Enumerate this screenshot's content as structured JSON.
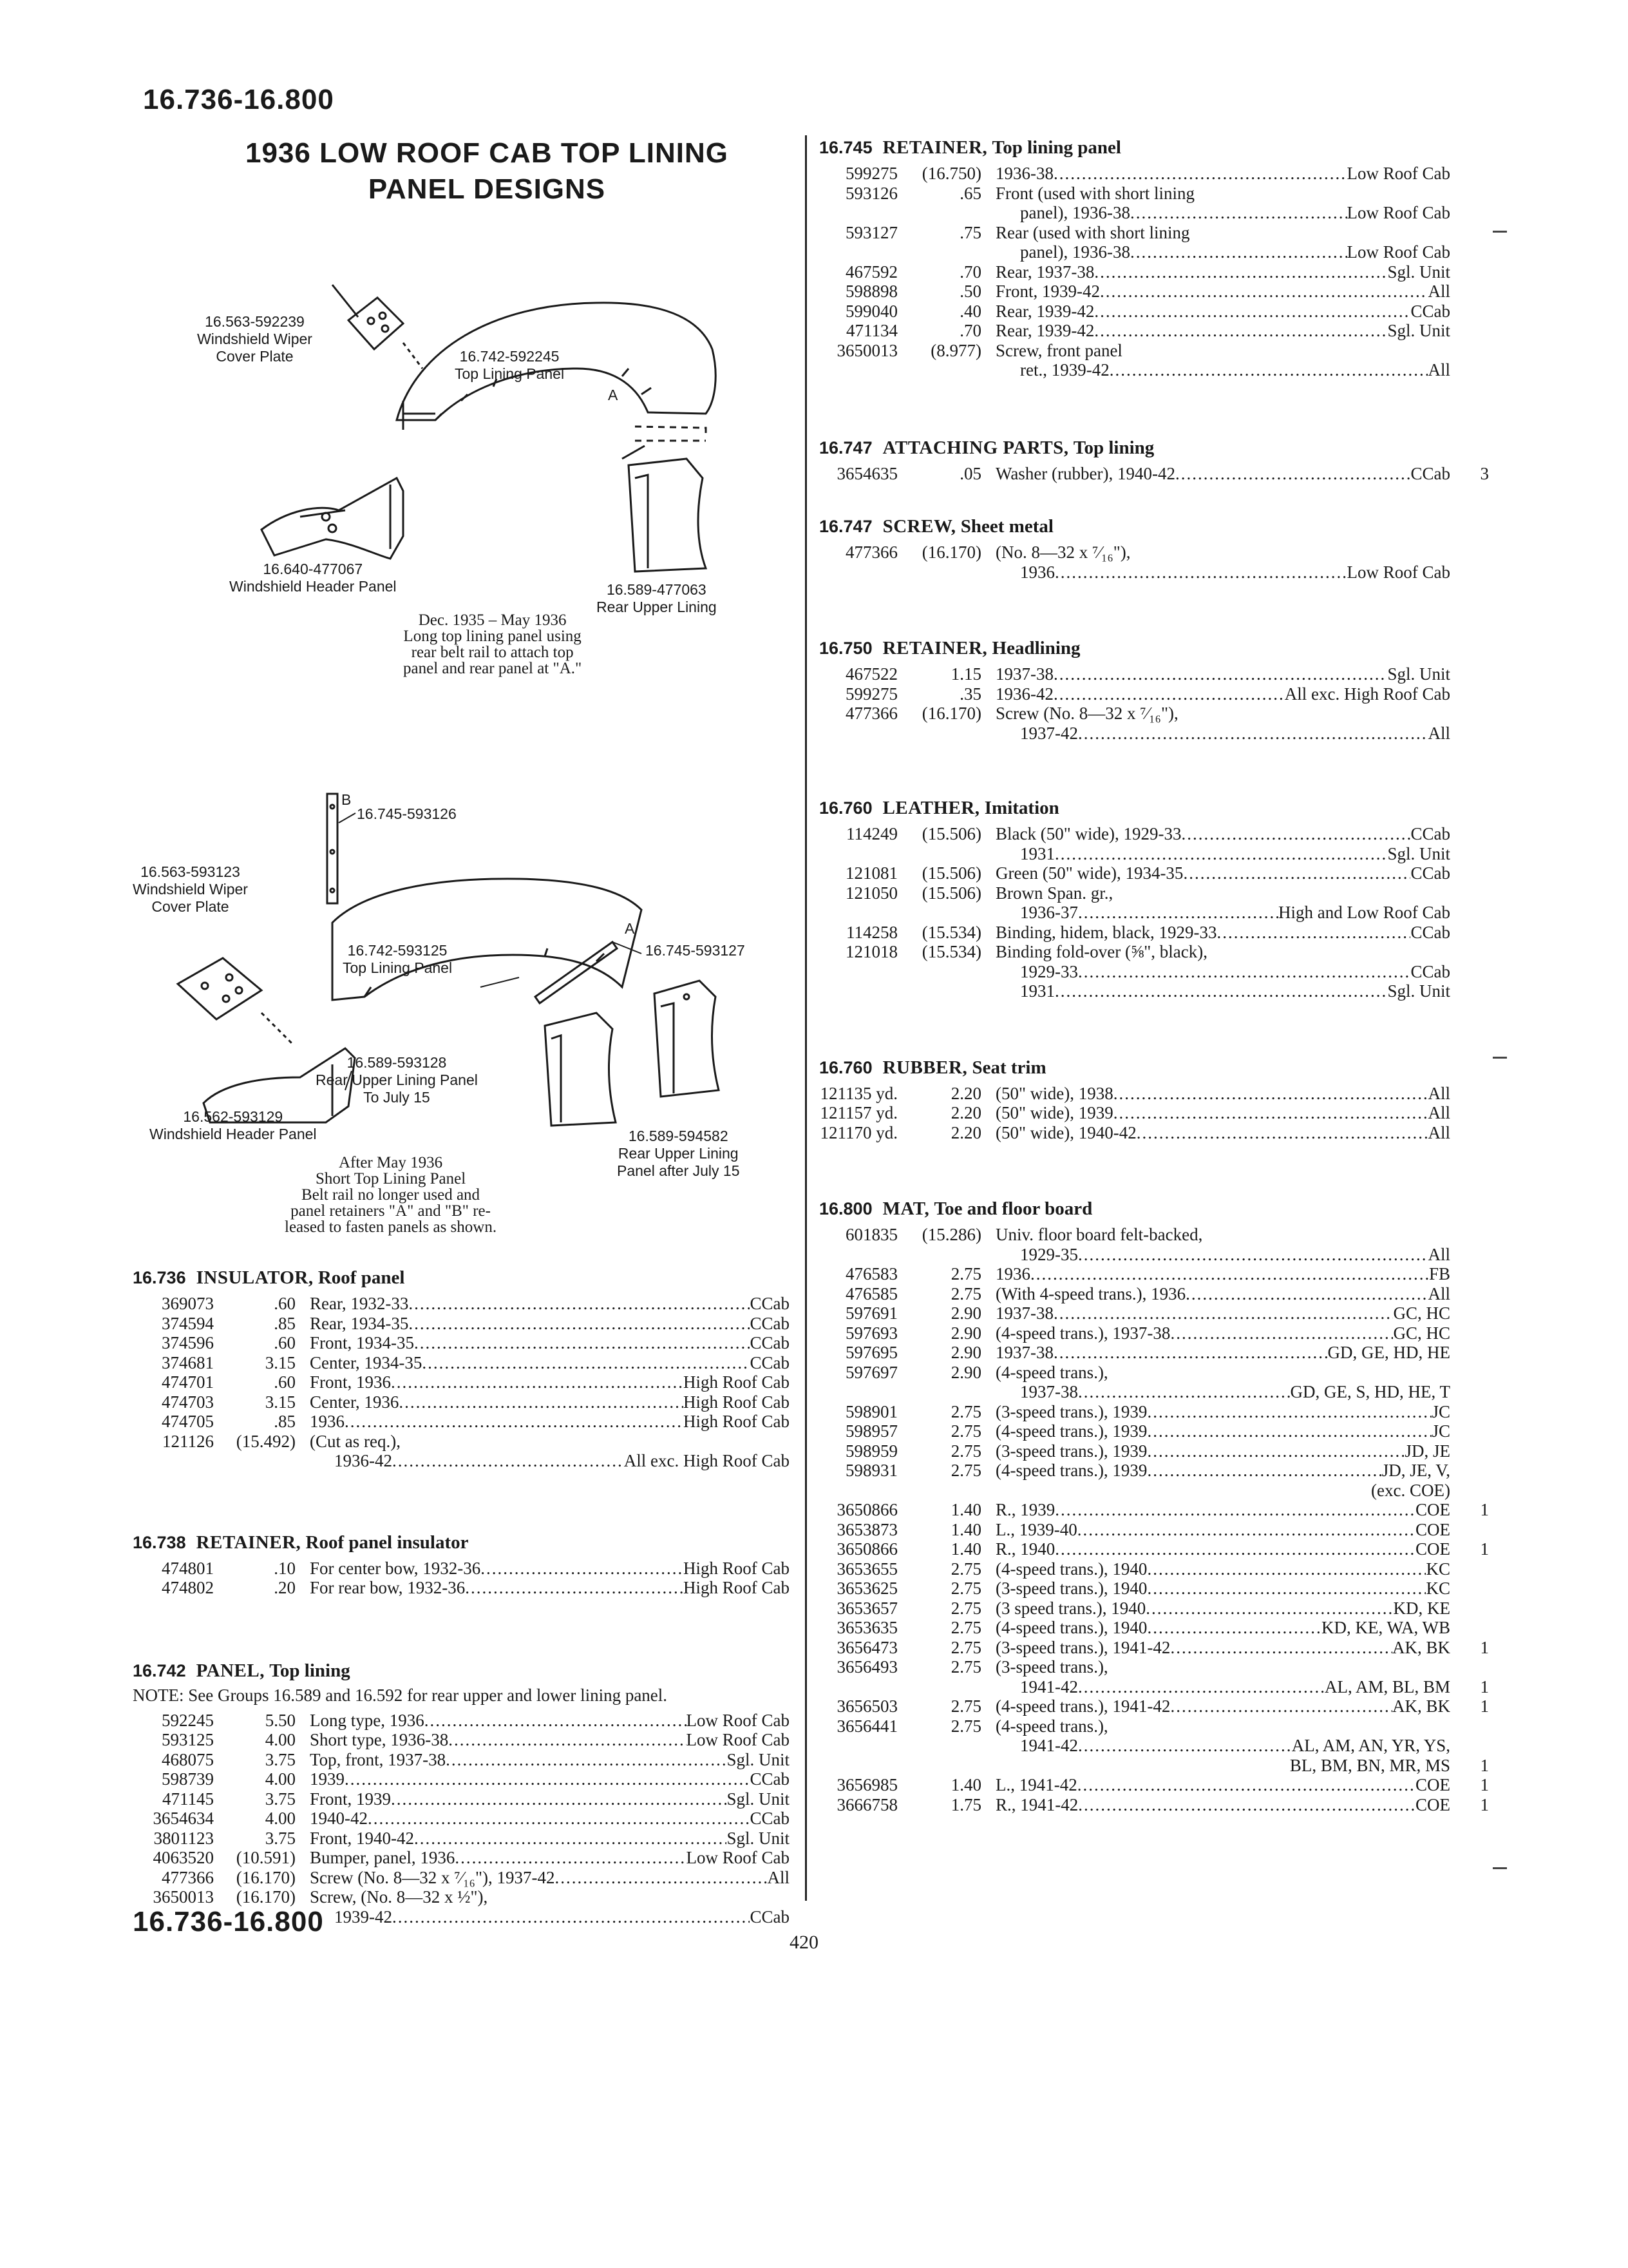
{
  "header": {
    "range_top": "16.736-16.800",
    "range_bottom": "16.736-16.800",
    "page_number": "420"
  },
  "figure": {
    "title_line1": "1936 LOW ROOF CAB TOP LINING",
    "title_line2": "PANEL DESIGNS",
    "labels": {
      "a1": "16.563-592239",
      "a2": "Windshield Wiper",
      "a3": "Cover Plate",
      "b1": "16.742-592245",
      "b2": "Top Lining Panel",
      "b3": "A",
      "c1": "16.640-477067",
      "c2": "Windshield Header Panel",
      "d1": "16.589-477063",
      "d2": "Rear Upper Lining",
      "e1": "16.745-593126",
      "e2": "B",
      "f1": "16.563-593123",
      "f2": "Windshield Wiper",
      "f3": "Cover Plate",
      "g1": "16.742-593125",
      "g2": "Top Lining Panel",
      "h1": "A",
      "h2": "16.745-593127",
      "i1": "16.589-593128",
      "i2": "Rear Upper Lining Panel",
      "i3": "To July 15",
      "j1": "16.562-593129",
      "j2": "Windshield Header Panel",
      "k1": "16.589-594582",
      "k2": "Rear Upper Lining",
      "k3": "Panel after July 15"
    },
    "caption1": [
      "Dec. 1935 – May 1936",
      "Long top lining panel using",
      "rear belt rail to attach top",
      "panel and rear panel at \"A.\""
    ],
    "caption2": [
      "After May 1936",
      "Short Top Lining Panel",
      "Belt rail no longer used and",
      "panel retainers \"A\" and \"B\" re-",
      "leased to fasten panels as shown."
    ]
  },
  "left_sections": [
    {
      "code": "16.736",
      "name": "INSULATOR,",
      "sub": "Roof panel",
      "rows": [
        {
          "part": "369073",
          "price": ".60",
          "desc": "Rear, 1932-33",
          "val": "CCab"
        },
        {
          "part": "374594",
          "price": ".85",
          "desc": "Rear, 1934-35",
          "val": "CCab"
        },
        {
          "part": "374596",
          "price": ".60",
          "desc": "Front, 1934-35",
          "val": "CCab"
        },
        {
          "part": "374681",
          "price": "3.15",
          "desc": "Center, 1934-35",
          "val": "CCab"
        },
        {
          "part": "474701",
          "price": ".60",
          "desc": "Front, 1936",
          "val": "High Roof Cab"
        },
        {
          "part": "474703",
          "price": "3.15",
          "desc": "Center, 1936",
          "val": "High Roof Cab"
        },
        {
          "part": "474705",
          "price": ".85",
          "desc": "1936",
          "val": "High Roof Cab"
        },
        {
          "part": "121126",
          "price": "(15.492)",
          "desc": "(Cut as req.),",
          "val": ""
        },
        {
          "part": "",
          "price": "",
          "desc": "1936-42",
          "val": "All exc. High Roof Cab",
          "indent": true
        }
      ]
    },
    {
      "code": "16.738",
      "name": "RETAINER,",
      "sub": "Roof panel insulator",
      "rows": [
        {
          "part": "474801",
          "price": ".10",
          "desc": "For center bow, 1932-36",
          "val": "High Roof Cab"
        },
        {
          "part": "474802",
          "price": ".20",
          "desc": "For rear bow, 1932-36",
          "val": "High Roof Cab"
        }
      ]
    },
    {
      "code": "16.742",
      "name": "PANEL,",
      "sub": "Top lining",
      "note": "NOTE: See Groups 16.589 and 16.592 for rear upper and lower lining panel.",
      "rows": [
        {
          "part": "592245",
          "price": "5.50",
          "desc": "Long type, 1936",
          "val": "Low Roof Cab"
        },
        {
          "part": "593125",
          "price": "4.00",
          "desc": "Short type, 1936-38",
          "val": "Low Roof Cab"
        },
        {
          "part": "468075",
          "price": "3.75",
          "desc": "Top, front, 1937-38",
          "val": "Sgl. Unit"
        },
        {
          "part": "598739",
          "price": "4.00",
          "desc": "1939",
          "val": "CCab"
        },
        {
          "part": "471145",
          "price": "3.75",
          "desc": "Front, 1939",
          "val": "Sgl. Unit"
        },
        {
          "part": "3654634",
          "price": "4.00",
          "desc": "1940-42",
          "val": "CCab"
        },
        {
          "part": "3801123",
          "price": "3.75",
          "desc": "Front, 1940-42",
          "val": "Sgl. Unit"
        },
        {
          "part": "4063520",
          "price": "(10.591)",
          "desc": "Bumper, panel, 1936",
          "val": "Low Roof Cab"
        },
        {
          "part": "477366",
          "price": "(16.170)",
          "desc": "Screw (No. 8—32 x ⁷⁄₁₆\"), 1937-42",
          "val": "All"
        },
        {
          "part": "3650013",
          "price": "(16.170)",
          "desc": "Screw, (No. 8—32 x ½\"),",
          "val": ""
        },
        {
          "part": "",
          "price": "",
          "desc": "1939-42",
          "val": "CCab",
          "indent": true
        }
      ]
    }
  ],
  "right_sections": [
    {
      "code": "16.745",
      "name": "RETAINER,",
      "sub": "Top lining panel",
      "rows": [
        {
          "part": "599275",
          "price": "(16.750)",
          "desc": "1936-38",
          "val": "Low Roof Cab"
        },
        {
          "part": "593126",
          "price": ".65",
          "desc": "Front (used with short lining",
          "val": ""
        },
        {
          "part": "",
          "price": "",
          "desc": "panel), 1936-38",
          "val": "Low Roof Cab",
          "indent": true
        },
        {
          "part": "593127",
          "price": ".75",
          "desc": "Rear (used with short lining",
          "val": ""
        },
        {
          "part": "",
          "price": "",
          "desc": "panel), 1936-38",
          "val": "Low Roof Cab",
          "indent": true
        },
        {
          "part": "467592",
          "price": ".70",
          "desc": "Rear, 1937-38",
          "val": "Sgl. Unit"
        },
        {
          "part": "598898",
          "price": ".50",
          "desc": "Front, 1939-42",
          "val": "All"
        },
        {
          "part": "599040",
          "price": ".40",
          "desc": "Rear, 1939-42",
          "val": "CCab"
        },
        {
          "part": "471134",
          "price": ".70",
          "desc": "Rear, 1939-42",
          "val": "Sgl. Unit"
        },
        {
          "part": "3650013",
          "price": "(8.977)",
          "desc": "Screw, front panel",
          "val": ""
        },
        {
          "part": "",
          "price": "",
          "desc": "ret., 1939-42",
          "val": "All",
          "indent": true
        }
      ]
    },
    {
      "code": "16.747",
      "name": "ATTACHING PARTS,",
      "sub": "Top lining",
      "rows": [
        {
          "part": "3654635",
          "price": ".05",
          "desc": "Washer (rubber), 1940-42",
          "val": "CCab",
          "qty": "3"
        }
      ]
    },
    {
      "code": "16.747",
      "name": "SCREW,",
      "sub": "Sheet metal",
      "rows": [
        {
          "part": "477366",
          "price": "(16.170)",
          "desc": "(No. 8—32 x ⁷⁄₁₆\"),",
          "val": ""
        },
        {
          "part": "",
          "price": "",
          "desc": "1936",
          "val": "Low Roof Cab",
          "indent": true
        }
      ]
    },
    {
      "code": "16.750",
      "name": "RETAINER,",
      "sub": "Headlining",
      "rows": [
        {
          "part": "467522",
          "price": "1.15",
          "desc": "1937-38",
          "val": "Sgl. Unit"
        },
        {
          "part": "599275",
          "price": ".35",
          "desc": "1936-42",
          "val": "All exc. High Roof Cab"
        },
        {
          "part": "477366",
          "price": "(16.170)",
          "desc": "Screw (No. 8—32 x ⁷⁄₁₆\"),",
          "val": ""
        },
        {
          "part": "",
          "price": "",
          "desc": "1937-42",
          "val": "All",
          "indent": true
        }
      ]
    },
    {
      "code": "16.760",
      "name": "LEATHER,",
      "sub": "Imitation",
      "rows": [
        {
          "part": "114249",
          "price": "(15.506)",
          "desc": "Black (50\" wide), 1929-33",
          "val": "CCab"
        },
        {
          "part": "",
          "price": "",
          "desc": "1931",
          "val": "Sgl. Unit",
          "indent": true
        },
        {
          "part": "121081",
          "price": "(15.506)",
          "desc": "Green (50\" wide), 1934-35",
          "val": "CCab"
        },
        {
          "part": "121050",
          "price": "(15.506)",
          "desc": "Brown Span. gr.,",
          "val": ""
        },
        {
          "part": "",
          "price": "",
          "desc": "1936-37",
          "val": "High and Low Roof Cab",
          "indent": true
        },
        {
          "part": "114258",
          "price": "(15.534)",
          "desc": "Binding, hidem, black, 1929-33",
          "val": "CCab"
        },
        {
          "part": "121018",
          "price": "(15.534)",
          "desc": "Binding fold-over (⅝\", black),",
          "val": ""
        },
        {
          "part": "",
          "price": "",
          "desc": "1929-33",
          "val": "CCab",
          "indent": true
        },
        {
          "part": "",
          "price": "",
          "desc": "1931",
          "val": "Sgl. Unit",
          "indent": true
        }
      ]
    },
    {
      "code": "16.760",
      "name": "RUBBER,",
      "sub": "Seat trim",
      "rows": [
        {
          "part": "121135 yd.",
          "price": "2.20",
          "desc": "(50\" wide), 1938",
          "val": "All"
        },
        {
          "part": "121157 yd.",
          "price": "2.20",
          "desc": "(50\" wide), 1939",
          "val": "All"
        },
        {
          "part": "121170 yd.",
          "price": "2.20",
          "desc": "(50\" wide), 1940-42",
          "val": "All"
        }
      ]
    },
    {
      "code": "16.800",
      "name": "MAT,",
      "sub": "Toe and floor board",
      "rows": [
        {
          "part": "601835",
          "price": "(15.286)",
          "desc": "Univ. floor board felt-backed,",
          "val": ""
        },
        {
          "part": "",
          "price": "",
          "desc": "1929-35",
          "val": "All",
          "indent": true
        },
        {
          "part": "476583",
          "price": "2.75",
          "desc": "1936",
          "val": "FB"
        },
        {
          "part": "476585",
          "price": "2.75",
          "desc": "(With 4-speed trans.), 1936",
          "val": "All"
        },
        {
          "part": "597691",
          "price": "2.90",
          "desc": "1937-38",
          "val": "GC, HC"
        },
        {
          "part": "597693",
          "price": "2.90",
          "desc": "(4-speed trans.), 1937-38",
          "val": "GC, HC"
        },
        {
          "part": "597695",
          "price": "2.90",
          "desc": "1937-38",
          "val": "GD, GE, HD, HE"
        },
        {
          "part": "597697",
          "price": "2.90",
          "desc": "(4-speed trans.),",
          "val": ""
        },
        {
          "part": "",
          "price": "",
          "desc": "1937-38",
          "val": "GD, GE, S, HD, HE, T",
          "indent": true
        },
        {
          "part": "598901",
          "price": "2.75",
          "desc": "(3-speed trans.), 1939",
          "val": "JC"
        },
        {
          "part": "598957",
          "price": "2.75",
          "desc": "(4-speed trans.), 1939",
          "val": "JC"
        },
        {
          "part": "598959",
          "price": "2.75",
          "desc": "(3-speed trans.), 1939",
          "val": "JD, JE"
        },
        {
          "part": "598931",
          "price": "2.75",
          "desc": "(4-speed trans.), 1939",
          "val": "JD, JE, V,"
        },
        {
          "part": "",
          "price": "",
          "desc": "",
          "val": "(exc. COE)",
          "indent": true
        },
        {
          "part": "3650866",
          "price": "1.40",
          "desc": "R., 1939",
          "val": "COE",
          "qty": "1"
        },
        {
          "part": "3653873",
          "price": "1.40",
          "desc": "L., 1939-40",
          "val": "COE"
        },
        {
          "part": "3650866",
          "price": "1.40",
          "desc": "R., 1940",
          "val": "COE",
          "qty": "1"
        },
        {
          "part": "3653655",
          "price": "2.75",
          "desc": "(4-speed trans.), 1940",
          "val": "KC"
        },
        {
          "part": "3653625",
          "price": "2.75",
          "desc": "(3-speed trans.), 1940",
          "val": "KC"
        },
        {
          "part": "3653657",
          "price": "2.75",
          "desc": "(3 speed trans.), 1940",
          "val": "KD, KE"
        },
        {
          "part": "3653635",
          "price": "2.75",
          "desc": "(4-speed trans.), 1940",
          "val": "KD, KE, WA, WB"
        },
        {
          "part": "3656473",
          "price": "2.75",
          "desc": "(3-speed trans.), 1941-42",
          "val": "AK, BK",
          "qty": "1"
        },
        {
          "part": "3656493",
          "price": "2.75",
          "desc": "(3-speed trans.),",
          "val": ""
        },
        {
          "part": "",
          "price": "",
          "desc": "1941-42",
          "val": "AL, AM, BL, BM",
          "indent": true,
          "qty": "1"
        },
        {
          "part": "3656503",
          "price": "2.75",
          "desc": "(4-speed trans.), 1941-42",
          "val": "AK, BK",
          "qty": "1"
        },
        {
          "part": "3656441",
          "price": "2.75",
          "desc": "(4-speed trans.),",
          "val": ""
        },
        {
          "part": "",
          "price": "",
          "desc": "1941-42",
          "val": "AL, AM, AN, YR, YS,",
          "indent": true
        },
        {
          "part": "",
          "price": "",
          "desc": "",
          "val": "BL, BM, BN, MR, MS",
          "indent": true,
          "qty": "1"
        },
        {
          "part": "3656985",
          "price": "1.40",
          "desc": "L., 1941-42",
          "val": "COE",
          "qty": "1"
        },
        {
          "part": "3666758",
          "price": "1.75",
          "desc": "R., 1941-42",
          "val": "COE",
          "qty": "1"
        }
      ]
    }
  ]
}
